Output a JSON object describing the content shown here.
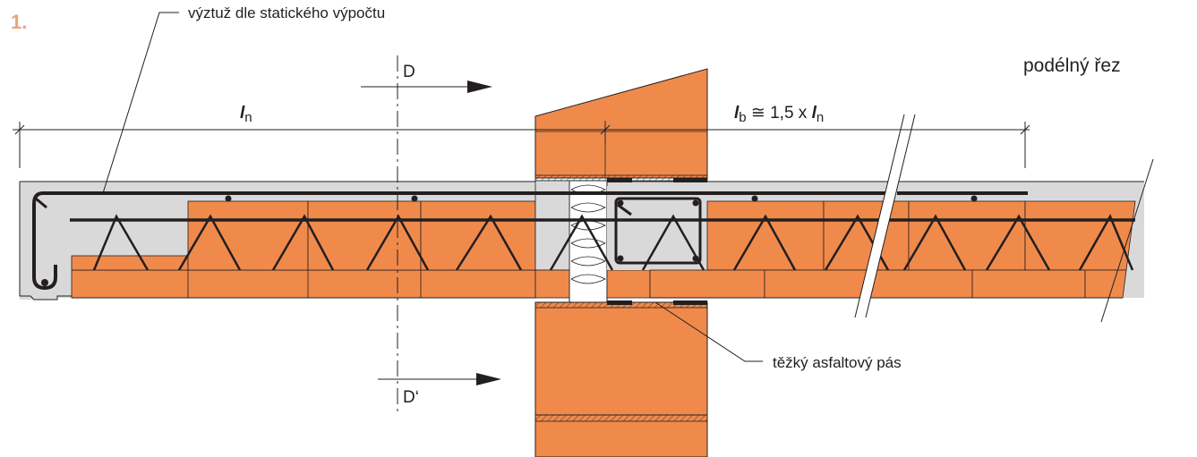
{
  "figure": {
    "number": "1.",
    "view_label": "podélný řez"
  },
  "annotations": {
    "reinforcement": "výztuž dle statického výpočtu",
    "asphalt_strip": "těžký asfaltový pás"
  },
  "section_marks": {
    "top": "D",
    "bottom": "D‘"
  },
  "dimensions": {
    "span_symbol": "l",
    "span_subscript": "n",
    "cantilever_symbol": "l",
    "cantilever_subscript": "b",
    "cantilever_relation": " ≅ 1,5 x ",
    "cantilever_factor_symbol": "l",
    "cantilever_factor_subscript": "n"
  },
  "colors": {
    "brick": "#f08a4b",
    "concrete": "#d9d9d9",
    "line": "#231f20",
    "figure_number": "#e8a57d"
  }
}
